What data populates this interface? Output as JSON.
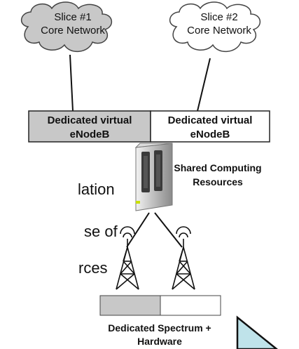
{
  "slice1": {
    "line1": "Slice #1",
    "line2": "Core Network"
  },
  "slice2": {
    "line1": "Slice #2",
    "line2": "Core Network"
  },
  "enb1": {
    "line1": "Dedicated virtual",
    "line2": "eNodeB"
  },
  "enb2": {
    "line1": "Dedicated virtual",
    "line2": "eNodeB"
  },
  "computing": {
    "line1": "Shared Computing",
    "line2": "Resources"
  },
  "spectrum": {
    "line1": "Dedicated Spectrum +",
    "line2": "Hardware"
  },
  "background_text": {
    "line1": "lation",
    "line2": "se of",
    "line3": "rces"
  },
  "colors": {
    "slice1_fill": "#c8c8c8",
    "slice2_fill": "#ffffff",
    "enb1_fill": "#c8c8c8",
    "enb2_fill": "#ffffff",
    "corner_fill": "#bfe3ea"
  },
  "icons": {
    "server": "server-icon",
    "tower": "antenna-tower-icon",
    "corner": "corner-triangle-icon"
  }
}
